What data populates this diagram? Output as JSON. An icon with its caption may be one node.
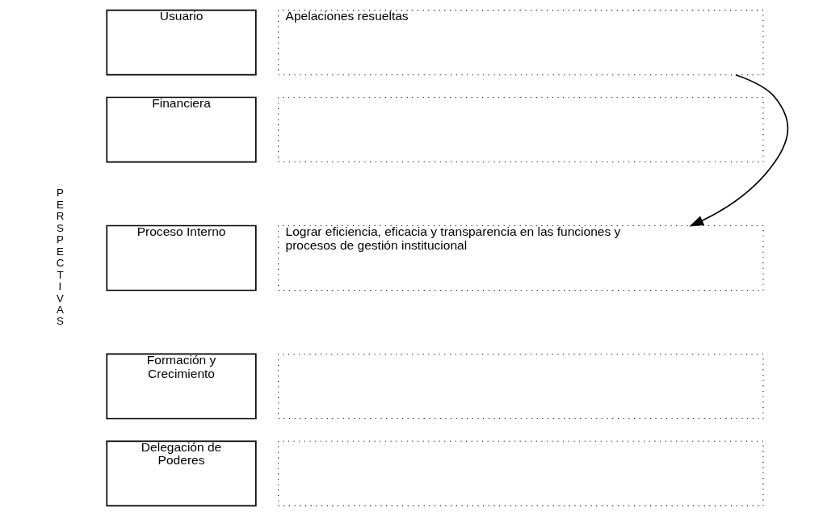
{
  "diagram": {
    "nodes": [
      {
        "text": [
          "Usuario"
        ]
      },
      {
        "text": [
          "Financiera"
        ]
      },
      {
        "text": [
          "Proceso Interno"
        ]
      },
      {
        "text": [
          "Formación y Crecimiento"
        ]
      },
      {
        "text": [
          "Delegación de Poderes"
        ]
      },
      {
        "text": [
          "Apelaciones resueltas"
        ]
      },
      {
        "text": [],
        "shape": "box"
      },
      {
        "text": [
          "Lograr eficiencia, eficacia y transparencia en las funciones y procesos de gestión institucional"
        ]
      },
      {
        "text": [],
        "shape": "box"
      },
      {
        "text": [],
        "shape": "box"
      }
    ],
    "edges": [
      {
        "from": 5,
        "to": 7,
        "arrow": "to"
      }
    ],
    "labels": [
      "PERSPECTIVAS"
    ]
  }
}
